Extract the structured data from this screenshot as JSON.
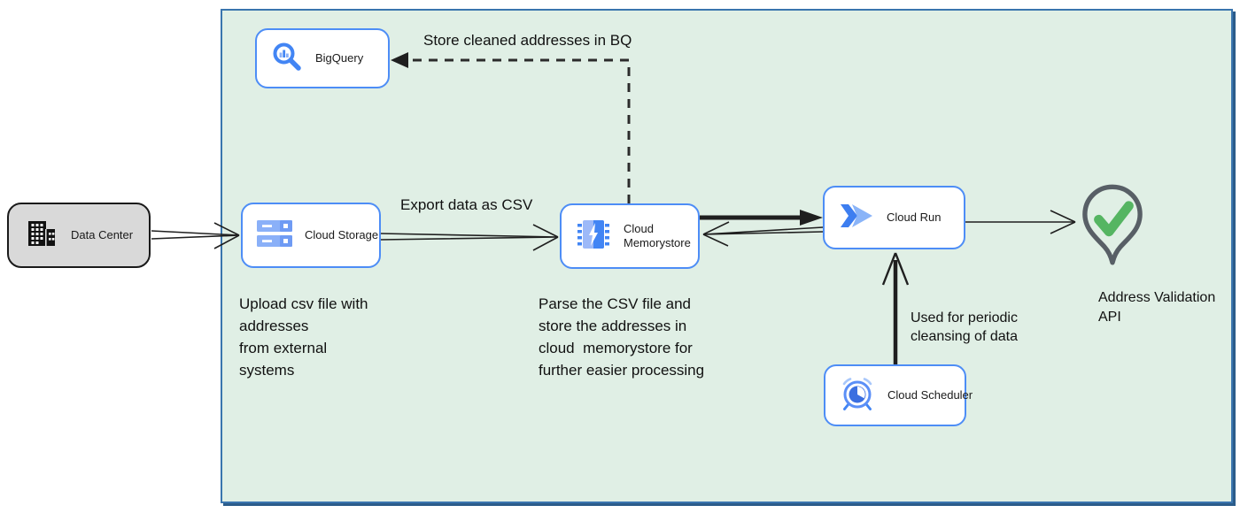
{
  "nodes": {
    "data_center": {
      "label": "Data Center"
    },
    "bigquery": {
      "label": "BigQuery"
    },
    "cloud_storage": {
      "label": "Cloud Storage"
    },
    "cloud_memorystore": {
      "label": "Cloud Memorystore"
    },
    "cloud_run": {
      "label": "Cloud Run"
    },
    "cloud_scheduler": {
      "label": "Cloud Scheduler"
    },
    "address_validation": {
      "label": "Address Validation\nAPI"
    }
  },
  "annotations": {
    "store_bq": "Store cleaned addresses in BQ",
    "export_csv": "Export data as CSV",
    "upload_csv": "Upload csv file with\naddresses\nfrom external\nsystems",
    "parse_csv": "Parse the CSV file and\nstore the addresses in\ncloud  memorystore for\nfurther easier processing",
    "periodic_cleansing": "Used for periodic\ncleansing of data"
  },
  "edges": [
    {
      "from": "Data Center",
      "to": "Cloud Storage",
      "style": "solid-open-arrow"
    },
    {
      "from": "Cloud Storage",
      "to": "Cloud Memorystore",
      "style": "solid-open-arrow",
      "label_key": "export_csv"
    },
    {
      "from": "Cloud Memorystore",
      "to": "Cloud Run",
      "style": "thick-solid-arrow"
    },
    {
      "from": "Cloud Run",
      "to": "Cloud Memorystore",
      "style": "solid-open-arrow"
    },
    {
      "from": "Cloud Scheduler",
      "to": "Cloud Run",
      "style": "thick-solid-arrow",
      "label_key": "periodic_cleansing"
    },
    {
      "from": "Cloud Run",
      "to": "Address Validation API",
      "style": "solid-open-arrow"
    },
    {
      "from": "Cloud Memorystore",
      "to": "BigQuery",
      "style": "dashed-arrow",
      "label_key": "store_bq"
    }
  ],
  "colors": {
    "container_fill": "#e0efe5",
    "container_border": "#3a75ae",
    "node_border": "#4d8df6",
    "node_fill": "#ffffff",
    "external_node_fill": "#d9d9d9",
    "icon_blue": "#4285f4",
    "icon_blue_light": "#8ab0f8",
    "check_green": "#55b562",
    "pin_outline": "#585f66",
    "arrow": "#1f1f1f"
  }
}
